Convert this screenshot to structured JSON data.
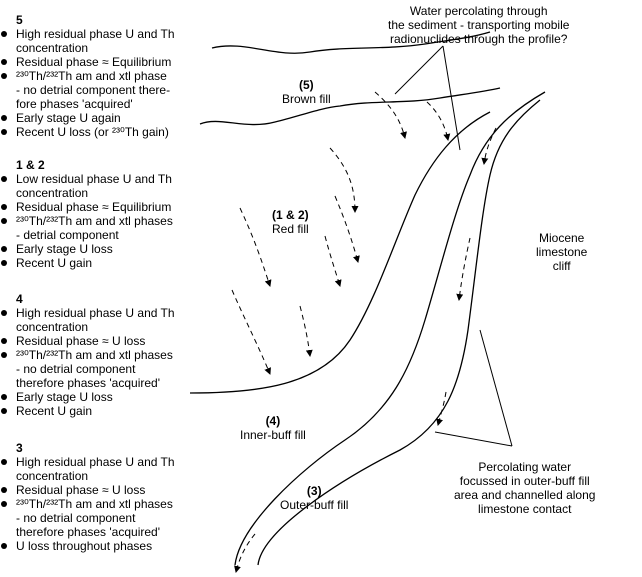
{
  "sections": [
    {
      "id": "s5",
      "heading": "5",
      "items": [
        {
          "text": "High residual phase U and Th",
          "continued": false
        },
        {
          "text": "concentration",
          "continued": true
        },
        {
          "text": "Residual phase ≈ Equilibrium",
          "continued": false
        },
        {
          "text": "²³⁰Th/²³²Th am and xtl phase",
          "continued": false
        },
        {
          "text": "- no detrial component there-",
          "continued": true
        },
        {
          "text": "fore phases 'acquired'",
          "continued": true
        },
        {
          "text": "Early stage U again",
          "continued": false
        },
        {
          "text": "Recent U loss (or ²³⁰Th gain)",
          "continued": false
        }
      ]
    },
    {
      "id": "s12",
      "heading": "1 & 2",
      "items": [
        {
          "text": "Low residual phase U and Th",
          "continued": false
        },
        {
          "text": "concentration",
          "continued": true
        },
        {
          "text": "Residual phase ≈ Equilibrium",
          "continued": false
        },
        {
          "text": "²³⁰Th/²³²Th am and xtl phases",
          "continued": false
        },
        {
          "text": "- detrial component",
          "continued": true
        },
        {
          "text": "Early stage U loss",
          "continued": false
        },
        {
          "text": "Recent U gain",
          "continued": false
        }
      ]
    },
    {
      "id": "s4",
      "heading": "4",
      "items": [
        {
          "text": "High residual phase U and Th",
          "continued": false
        },
        {
          "text": "concentration",
          "continued": true
        },
        {
          "text": "Residual phase ≈ U loss",
          "continued": false
        },
        {
          "text": "²³⁰Th/²³²Th am and xtl phases",
          "continued": false
        },
        {
          "text": "- no detrial component",
          "continued": true
        },
        {
          "text": "therefore phases 'acquired'",
          "continued": true
        },
        {
          "text": "Early stage U loss",
          "continued": false
        },
        {
          "text": "Recent U gain",
          "continued": false
        }
      ]
    },
    {
      "id": "s3",
      "heading": "3",
      "items": [
        {
          "text": "High residual phase U and Th",
          "continued": false
        },
        {
          "text": "concentration",
          "continued": true
        },
        {
          "text": "Residual phase ≈ U loss",
          "continued": false
        },
        {
          "text": "²³⁰Th/²³²Th am and xtl phases",
          "continued": false
        },
        {
          "text": "- no detrial component",
          "continued": true
        },
        {
          "text": "therefore phases 'acquired'",
          "continued": true
        },
        {
          "text": "U loss throughout phases",
          "continued": false
        }
      ]
    }
  ],
  "diagram": {
    "water_callout": [
      "Water percolating through",
      "the sediment - transporting mobile",
      "radionuclides through the profile?"
    ],
    "fills": [
      {
        "id": "fill-5",
        "number": "(5)",
        "name": "Brown fill"
      },
      {
        "id": "fill-1-2",
        "number": "(1 & 2)",
        "name": "Red fill"
      },
      {
        "id": "fill-4",
        "number": "(4)",
        "name": "Inner-buff fill"
      },
      {
        "id": "fill-3",
        "number": "(3)",
        "name": "Outer-buff fill"
      }
    ],
    "cliff_label": [
      "Miocene",
      "limestone",
      "cliff"
    ],
    "percolating_callout": [
      "Percolating water",
      "focussed in outer-buff fill",
      "area and channelled along",
      "limestone contact"
    ]
  },
  "colors": {
    "ink": "#000000",
    "background": "#ffffff"
  }
}
